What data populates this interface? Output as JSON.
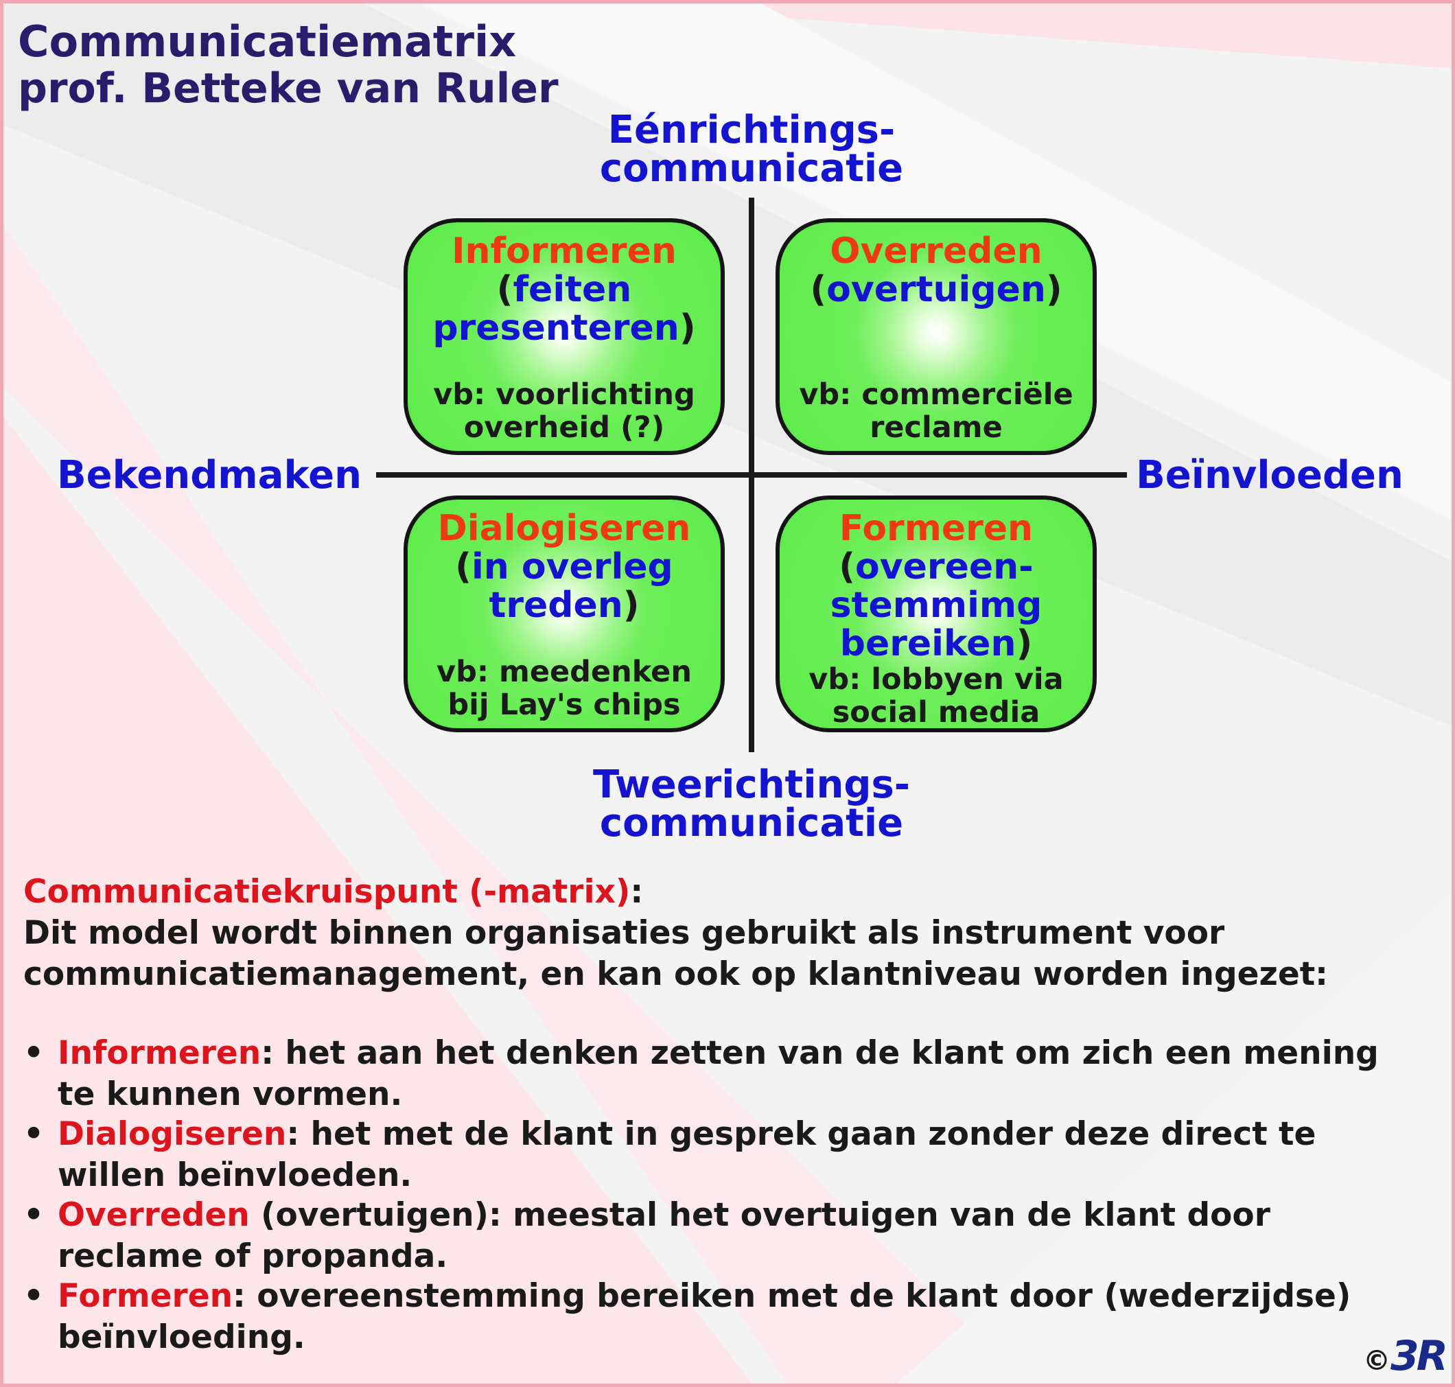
{
  "header": {
    "title": "Communicatiematrix",
    "subtitle": "prof. Betteke van Ruler"
  },
  "axes": {
    "top": [
      "Eénrichtings-",
      "communicatie"
    ],
    "bottom": [
      "Tweerichtings-",
      "communicatie"
    ],
    "left": "Bekendmaken",
    "right": "Beïnvloeden"
  },
  "quadrants": [
    {
      "name": "Informeren",
      "sub_open": "(",
      "sub_lines": [
        "feiten",
        "presenteren"
      ],
      "sub_close": ")",
      "example": [
        "vb: voorlichting",
        "overheid (?)"
      ]
    },
    {
      "name": "Overreden",
      "sub_open": "(",
      "sub_lines": [
        "overtuigen"
      ],
      "sub_close": ")",
      "example": [
        "vb: commerciële",
        "reclame"
      ]
    },
    {
      "name": "Dialogiseren",
      "sub_open": "(",
      "sub_lines": [
        "in overleg",
        "treden"
      ],
      "sub_close": ")",
      "example": [
        "vb: meedenken",
        "bij Lay's chips"
      ]
    },
    {
      "name": "Formeren",
      "sub_open": "(",
      "sub_lines": [
        "overeen-",
        "stemmimg",
        "bereiken"
      ],
      "sub_close": ")",
      "example": [
        "vb: lobbyen via",
        "social media"
      ]
    }
  ],
  "description": {
    "heading": "Communicatiekruispunt (-matrix)",
    "heading_colon": ":",
    "lines": [
      "Dit model wordt binnen organisaties gebruikt als  instrument voor",
      "communicatiemanagement, en kan ook op klantniveau worden ingezet:"
    ]
  },
  "bullets": [
    {
      "term": "Informeren",
      "line1": ": het aan het denken zetten van de klant om zich een mening",
      "line2": "te kunnen vormen."
    },
    {
      "term": "Dialogiseren",
      "line1": ": het met de klant in gesprek gaan zonder deze direct te",
      "line2": "willen beïnvloeden."
    },
    {
      "term": "Overreden",
      "line1": " (overtuigen): meestal het overtuigen van de klant door",
      "line2": "reclame of propanda."
    },
    {
      "term": "Formeren",
      "line1": ": overeenstemming bereiken met de klant door (wederzijdse)",
      "line2": "beïnvloeding."
    }
  ],
  "bullet_symbol": "•",
  "copyright": {
    "symbol": "©",
    "logo": "3R"
  },
  "colors": {
    "title": "#2a1c6b",
    "axis_label": "#1414d0",
    "quadrant_name": "#ee3a14",
    "quadrant_fill": "#5ceb48",
    "highlight_red": "#dc141e",
    "frame_border": "#f0a9b4"
  }
}
